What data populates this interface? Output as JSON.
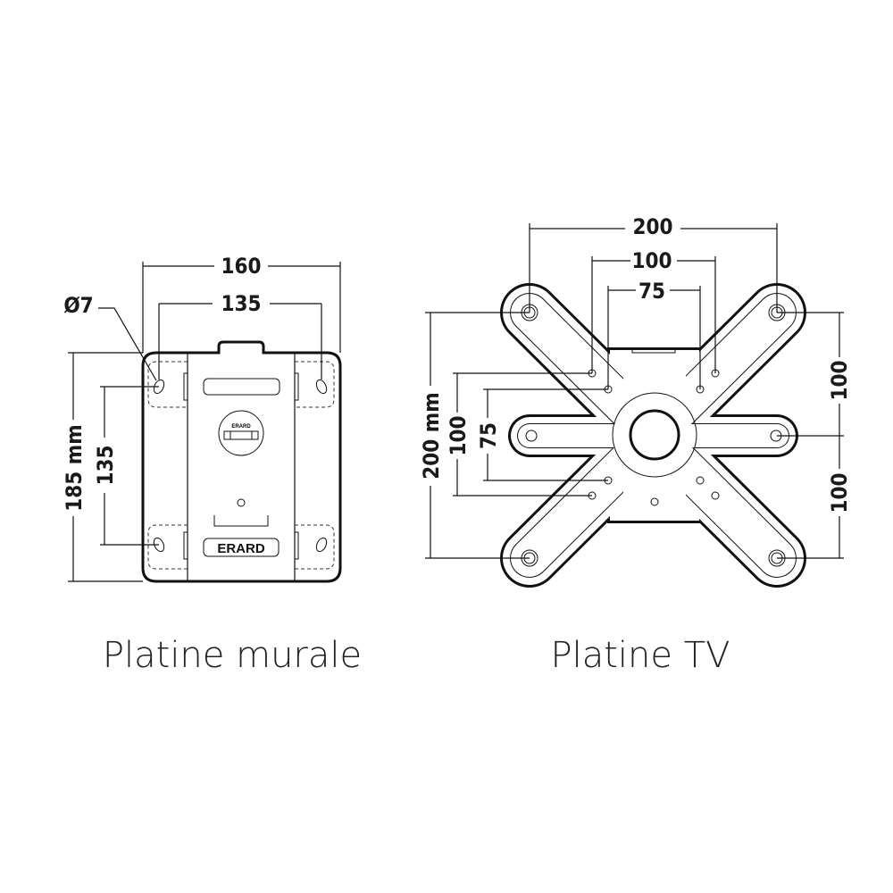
{
  "wall_plate": {
    "caption": "Platine murale",
    "dim_width": "160",
    "dim_hole_spacing_h": "135",
    "dim_hole_diameter": "Ø7",
    "dim_height": "185 mm",
    "dim_hole_spacing_v": "135",
    "brand_label": "ERARD",
    "level_label": "ERARD"
  },
  "tv_plate": {
    "caption": "Platine TV",
    "dim_top_200": "200",
    "dim_top_100": "100",
    "dim_top_75": "75",
    "dim_left_200": "200 mm",
    "dim_left_100": "100",
    "dim_left_75": "75",
    "dim_right_upper": "100",
    "dim_right_lower": "100"
  }
}
